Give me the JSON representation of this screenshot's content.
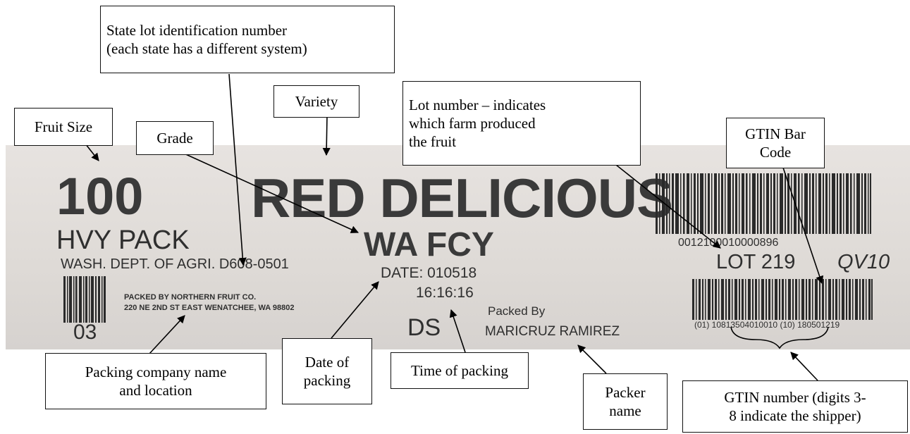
{
  "callouts": {
    "state_lot": [
      "State lot identification number",
      "(each state has a different system)"
    ],
    "fruit_size": [
      "Fruit Size"
    ],
    "variety": [
      "Variety"
    ],
    "grade": [
      "Grade"
    ],
    "lot_number": [
      "Lot number – indicates",
      "which farm produced",
      "the fruit"
    ],
    "gtin_bar_code": [
      "GTIN Bar",
      "Code"
    ],
    "packing_company": [
      "Packing company name",
      "and location"
    ],
    "date_of_packing": [
      "Date of",
      "packing"
    ],
    "time_of_packing": [
      "Time of packing"
    ],
    "packer_name": [
      "Packer",
      "name"
    ],
    "gtin_number": [
      "GTIN number (digits 3-",
      "8 indicate the shipper)"
    ]
  },
  "label": {
    "size": "100",
    "pack": "HVY PACK",
    "state_lot": "WASH. DEPT. OF AGRI. D608-0501",
    "packer_company_1": "PACKED BY NORTHERN FRUIT CO.",
    "packer_company_2": "220 NE 2ND ST EAST WENATCHEE, WA 98802",
    "small_code": "03",
    "variety": "RED DELICIOUS",
    "grade": "WA FCY",
    "date": "DATE: 010518",
    "time": "16:16:16",
    "ds": "DS",
    "packed_by_label": "Packed By",
    "packer": "MARICRUZ RAMIREZ",
    "barcode_number": "0012100010000896",
    "lot": "LOT 219",
    "qv": "QV10",
    "gtin_number": "(01) 10813504010010 (10) 180501219"
  }
}
